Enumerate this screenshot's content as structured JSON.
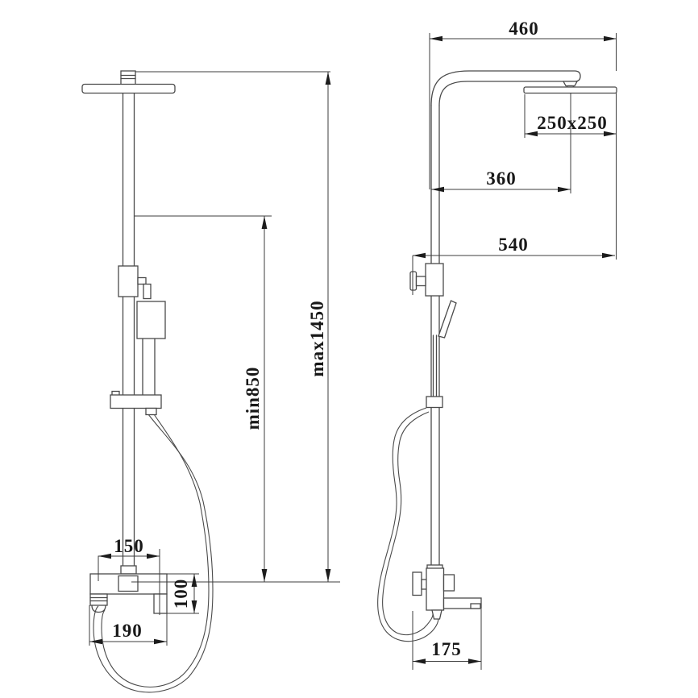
{
  "dims": {
    "max_height": "max1450",
    "min_height": "min850",
    "inlet_spacing": "150",
    "valve_offset": "100",
    "spout_span": "190",
    "arm_reach": "460",
    "head_size": "250x250",
    "head_offset": "360",
    "overall_width": "540",
    "spout_depth": "175"
  },
  "colors": {
    "line": "#4a4a4a",
    "text": "#181818",
    "background": "#ffffff"
  }
}
